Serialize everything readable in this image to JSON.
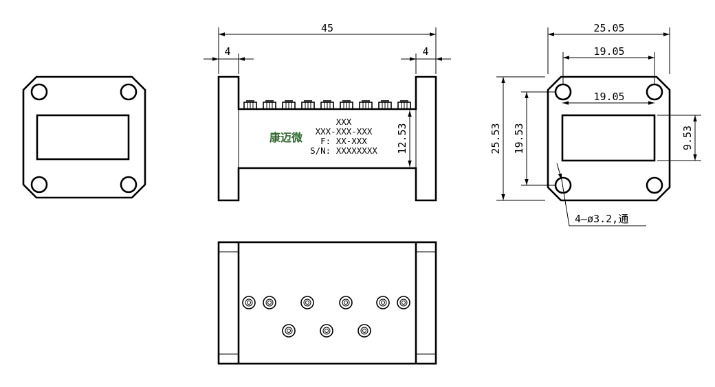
{
  "colors": {
    "line": "#000000",
    "brand": "#2e6b2e",
    "background": "#ffffff"
  },
  "dimensions": {
    "side_length": "45",
    "flange_left": "4",
    "flange_right": "4",
    "body_height": "12.53",
    "flange_width": "25.05",
    "hole_pitch_top": "19.05",
    "aperture_width": "19.05",
    "flange_height": "25.53",
    "hole_pitch_side": "19.53",
    "aperture_height": "9.53"
  },
  "callout": {
    "holes": "4—ø3.2,通"
  },
  "label": {
    "brand": "康迈微",
    "line1": "XXX",
    "line2": "XXX-XXX-XXX",
    "line3": "F: XX-XXX",
    "line4": "S/N: XXXXXXXX"
  }
}
